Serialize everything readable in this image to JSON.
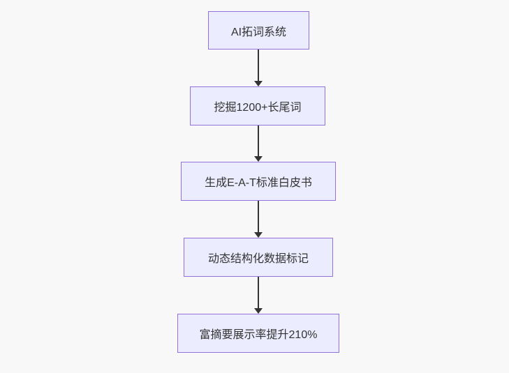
{
  "diagram": {
    "type": "flowchart",
    "direction": "top-down",
    "nodes": [
      {
        "id": "n1",
        "label": "AI拓词系统"
      },
      {
        "id": "n2",
        "label": "挖掘1200+长尾词"
      },
      {
        "id": "n3",
        "label": "生成E-A-T标准白皮书"
      },
      {
        "id": "n4",
        "label": "动态结构化数据标记"
      },
      {
        "id": "n5",
        "label": "富摘要展示率提升210%"
      }
    ],
    "edges": [
      {
        "from": "n1",
        "to": "n2"
      },
      {
        "from": "n2",
        "to": "n3"
      },
      {
        "from": "n3",
        "to": "n4"
      },
      {
        "from": "n4",
        "to": "n5"
      }
    ],
    "colors": {
      "background": "#F8F8F8",
      "node_fill": "#ECECFF",
      "node_border": "#9370DB",
      "text": "#333333",
      "arrow": "#333333"
    }
  }
}
